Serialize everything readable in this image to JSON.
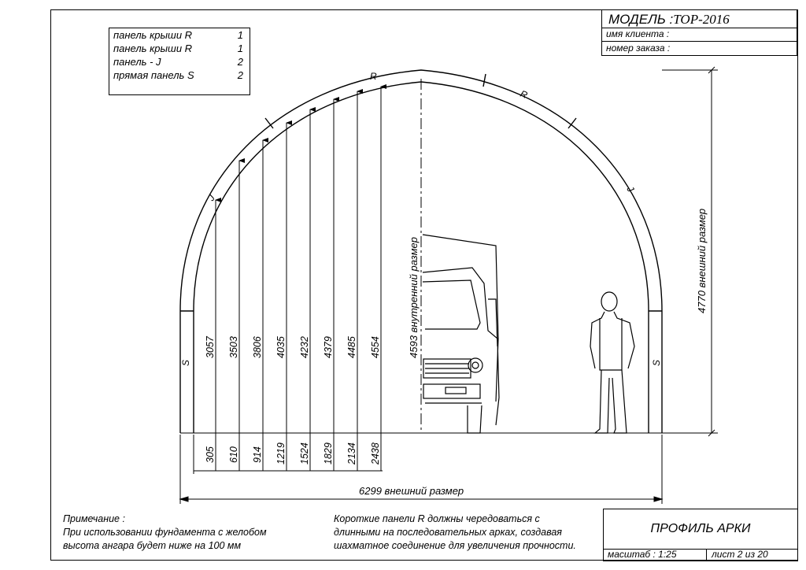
{
  "title_block": {
    "model_label": "МОДЕЛЬ :",
    "model_value": "TOP-2016",
    "client_label": "имя клиента :",
    "order_label": "номер заказа :"
  },
  "legend": [
    {
      "name": "панель крыши R",
      "qty": "1"
    },
    {
      "name": "панель крыши R",
      "qty": "1"
    },
    {
      "name": "панель - J",
      "qty": "2"
    },
    {
      "name": "прямая панель S",
      "qty": "2"
    }
  ],
  "panel_labels": {
    "left_s": "S",
    "right_s": "S",
    "left_j": "J",
    "right_j": "J",
    "top_r": "R",
    "right_r": "R"
  },
  "heights": [
    "3057",
    "3503",
    "3806",
    "4035",
    "4232",
    "4379",
    "4485",
    "4554"
  ],
  "offsets": [
    "305",
    "610",
    "914",
    "1219",
    "1524",
    "1829",
    "2134",
    "2438"
  ],
  "dimensions": {
    "inner_height": "4593 внутренний размер",
    "outer_height": "4770 внешний размер",
    "outer_width": "6299 внешний размер"
  },
  "note_left": {
    "heading": "Примечание :",
    "line1": "При использовании фундамента с желобом",
    "line2": "высота ангара будет ниже на  100  мм"
  },
  "note_right": {
    "line1": "Короткие панели  R  должны чередоваться с",
    "line2": "длинными на последовательных арках, создавая",
    "line3": "шахматное соединение для увеличения прочности."
  },
  "stamp": {
    "title": "ПРОФИЛЬ АРКИ",
    "scale": "масштаб : 1:25",
    "sheet": "лист  2  из  20"
  }
}
